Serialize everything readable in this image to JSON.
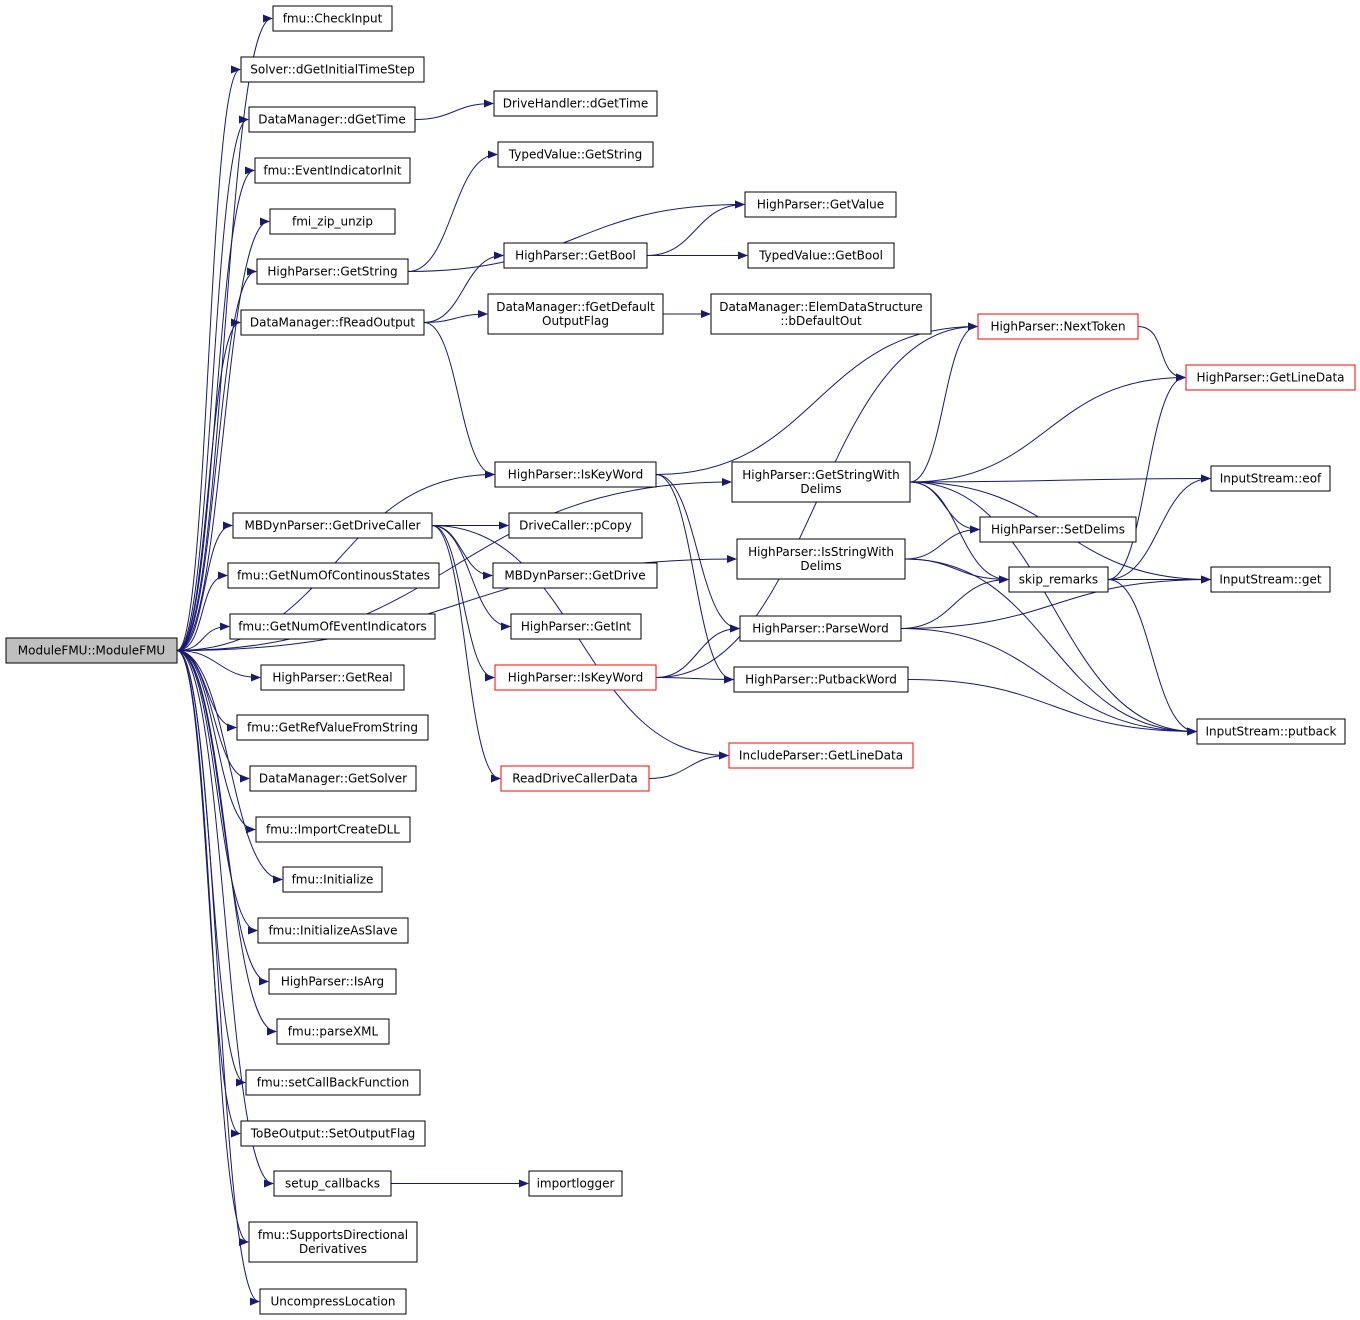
{
  "colors": {
    "edge": "#191970",
    "border": "#000000",
    "highlight_border": "#ff0000",
    "root_fill": "#bfbfbf",
    "node_fill": "#ffffff",
    "text": "#000000"
  },
  "nodes": [
    {
      "id": "root",
      "lines": [
        "ModuleFMU::ModuleFMU"
      ],
      "style": "root"
    },
    {
      "id": "fmu_checkinput",
      "lines": [
        "fmu::CheckInput"
      ]
    },
    {
      "id": "solver_dgetinitialtimestep",
      "lines": [
        "Solver::dGetInitialTimeStep"
      ]
    },
    {
      "id": "datamanager_dgettime",
      "lines": [
        "DataManager::dGetTime"
      ]
    },
    {
      "id": "drivehandler_dgettime",
      "lines": [
        "DriveHandler::dGetTime"
      ]
    },
    {
      "id": "fmu_eventindicatorinit",
      "lines": [
        "fmu::EventIndicatorInit"
      ]
    },
    {
      "id": "typedvalue_getstring",
      "lines": [
        "TypedValue::GetString"
      ]
    },
    {
      "id": "highparser_getvalue",
      "lines": [
        "HighParser::GetValue"
      ]
    },
    {
      "id": "fmi_zip_unzip",
      "lines": [
        "fmi_zip_unzip"
      ]
    },
    {
      "id": "highparser_getstring",
      "lines": [
        "HighParser::GetString"
      ]
    },
    {
      "id": "highparser_getbool",
      "lines": [
        "HighParser::GetBool"
      ]
    },
    {
      "id": "typedvalue_getbool",
      "lines": [
        "TypedValue::GetBool"
      ]
    },
    {
      "id": "datamanager_freadoutput",
      "lines": [
        "DataManager::fReadOutput"
      ]
    },
    {
      "id": "datamanager_fgetdefaultoutputflag",
      "lines": [
        "DataManager::fGetDefault",
        "OutputFlag"
      ]
    },
    {
      "id": "datamanager_elemdatastructure_bdefaultout",
      "lines": [
        "DataManager::ElemDataStructure",
        "::bDefaultOut"
      ]
    },
    {
      "id": "highparser_nexttoken",
      "lines": [
        "HighParser::NextToken"
      ],
      "style": "highlight"
    },
    {
      "id": "highparser_getlinedata",
      "lines": [
        "HighParser::GetLineData"
      ],
      "style": "highlight"
    },
    {
      "id": "highparser_iskeyword_1",
      "lines": [
        "HighParser::IsKeyWord"
      ]
    },
    {
      "id": "highparser_getstringwithdelims",
      "lines": [
        "HighParser::GetStringWith",
        "Delims"
      ]
    },
    {
      "id": "inputstream_eof",
      "lines": [
        "InputStream::eof"
      ]
    },
    {
      "id": "mbdynparser_getdrivecaller",
      "lines": [
        "MBDynParser::GetDriveCaller"
      ]
    },
    {
      "id": "drivecaller_pcopy",
      "lines": [
        "DriveCaller::pCopy"
      ]
    },
    {
      "id": "highparser_setdelims",
      "lines": [
        "HighParser::SetDelims"
      ]
    },
    {
      "id": "highparser_isstringwithdelims",
      "lines": [
        "HighParser::IsStringWith",
        "Delims"
      ]
    },
    {
      "id": "fmu_getnumofcontinousstates",
      "lines": [
        "fmu::GetNumOfContinousStates"
      ]
    },
    {
      "id": "mbdynparser_getdrive",
      "lines": [
        "MBDynParser::GetDrive"
      ]
    },
    {
      "id": "skip_remarks",
      "lines": [
        "skip_remarks"
      ]
    },
    {
      "id": "inputstream_get",
      "lines": [
        "InputStream::get"
      ]
    },
    {
      "id": "fmu_getnumofeventindicators",
      "lines": [
        "fmu::GetNumOfEventIndicators"
      ]
    },
    {
      "id": "highparser_getint",
      "lines": [
        "HighParser::GetInt"
      ]
    },
    {
      "id": "highparser_parseword",
      "lines": [
        "HighParser::ParseWord"
      ]
    },
    {
      "id": "highparser_getreal",
      "lines": [
        "HighParser::GetReal"
      ]
    },
    {
      "id": "highparser_iskeyword_2",
      "lines": [
        "HighParser::IsKeyWord"
      ],
      "style": "highlight"
    },
    {
      "id": "highparser_putbackword",
      "lines": [
        "HighParser::PutbackWord"
      ]
    },
    {
      "id": "fmu_getrefvaluefromstring",
      "lines": [
        "fmu::GetRefValueFromString"
      ]
    },
    {
      "id": "inputstream_putback",
      "lines": [
        "InputStream::putback"
      ]
    },
    {
      "id": "includeparser_getlinedata",
      "lines": [
        "IncludeParser::GetLineData"
      ],
      "style": "highlight"
    },
    {
      "id": "datamanager_getsolver",
      "lines": [
        "DataManager::GetSolver"
      ]
    },
    {
      "id": "readdrivecallerdata",
      "lines": [
        "ReadDriveCallerData"
      ],
      "style": "highlight"
    },
    {
      "id": "fmu_importcreatedll",
      "lines": [
        "fmu::ImportCreateDLL"
      ]
    },
    {
      "id": "fmu_initialize",
      "lines": [
        "fmu::Initialize"
      ]
    },
    {
      "id": "fmu_initializeasslave",
      "lines": [
        "fmu::InitializeAsSlave"
      ]
    },
    {
      "id": "highparser_isarg",
      "lines": [
        "HighParser::IsArg"
      ]
    },
    {
      "id": "fmu_parsexml",
      "lines": [
        "fmu::parseXML"
      ]
    },
    {
      "id": "fmu_setcallbackfunction",
      "lines": [
        "fmu::setCallBackFunction"
      ]
    },
    {
      "id": "tobeoutput_setoutputflag",
      "lines": [
        "ToBeOutput::SetOutputFlag"
      ]
    },
    {
      "id": "setup_callbacks",
      "lines": [
        "setup_callbacks"
      ]
    },
    {
      "id": "importlogger",
      "lines": [
        "importlogger"
      ]
    },
    {
      "id": "fmu_supportsdirectionalderivatives",
      "lines": [
        "fmu::SupportsDirectional",
        "Derivatives"
      ]
    },
    {
      "id": "uncompresslocation",
      "lines": [
        "UncompressLocation"
      ]
    }
  ],
  "edges": [
    [
      "root",
      "fmu_checkinput"
    ],
    [
      "root",
      "solver_dgetinitialtimestep"
    ],
    [
      "root",
      "datamanager_dgettime"
    ],
    [
      "root",
      "fmu_eventindicatorinit"
    ],
    [
      "root",
      "fmi_zip_unzip"
    ],
    [
      "root",
      "highparser_getstring"
    ],
    [
      "root",
      "datamanager_freadoutput"
    ],
    [
      "root",
      "highparser_getstringwithdelims"
    ],
    [
      "root",
      "highparser_iskeyword_1"
    ],
    [
      "root",
      "highparser_isstringwithdelims"
    ],
    [
      "root",
      "mbdynparser_getdrivecaller"
    ],
    [
      "root",
      "fmu_getnumofcontinousstates"
    ],
    [
      "root",
      "fmu_getnumofeventindicators"
    ],
    [
      "root",
      "highparser_getreal"
    ],
    [
      "root",
      "fmu_getrefvaluefromstring"
    ],
    [
      "root",
      "datamanager_getsolver"
    ],
    [
      "root",
      "fmu_importcreatedll"
    ],
    [
      "root",
      "fmu_initialize"
    ],
    [
      "root",
      "fmu_initializeasslave"
    ],
    [
      "root",
      "highparser_isarg"
    ],
    [
      "root",
      "fmu_parsexml"
    ],
    [
      "root",
      "fmu_setcallbackfunction"
    ],
    [
      "root",
      "tobeoutput_setoutputflag"
    ],
    [
      "root",
      "setup_callbacks"
    ],
    [
      "root",
      "fmu_supportsdirectionalderivatives"
    ],
    [
      "root",
      "uncompresslocation"
    ],
    [
      "datamanager_dgettime",
      "drivehandler_dgettime"
    ],
    [
      "highparser_getstring",
      "typedvalue_getstring"
    ],
    [
      "highparser_getstring",
      "highparser_getvalue"
    ],
    [
      "highparser_getbool",
      "highparser_getvalue"
    ],
    [
      "highparser_getbool",
      "typedvalue_getbool"
    ],
    [
      "datamanager_freadoutput",
      "highparser_getbool"
    ],
    [
      "datamanager_freadoutput",
      "datamanager_fgetdefaultoutputflag"
    ],
    [
      "datamanager_freadoutput",
      "highparser_iskeyword_1"
    ],
    [
      "datamanager_fgetdefaultoutputflag",
      "datamanager_elemdatastructure_bdefaultout"
    ],
    [
      "highparser_iskeyword_1",
      "highparser_nexttoken"
    ],
    [
      "highparser_iskeyword_1",
      "highparser_parseword"
    ],
    [
      "highparser_iskeyword_1",
      "highparser_putbackword"
    ],
    [
      "highparser_nexttoken",
      "highparser_getlinedata"
    ],
    [
      "highparser_getstringwithdelims",
      "highparser_nexttoken"
    ],
    [
      "highparser_getstringwithdelims",
      "highparser_getlinedata"
    ],
    [
      "highparser_getstringwithdelims",
      "inputstream_eof"
    ],
    [
      "highparser_getstringwithdelims",
      "highparser_setdelims"
    ],
    [
      "highparser_getstringwithdelims",
      "skip_remarks"
    ],
    [
      "highparser_getstringwithdelims",
      "inputstream_get"
    ],
    [
      "highparser_getstringwithdelims",
      "inputstream_putback"
    ],
    [
      "highparser_isstringwithdelims",
      "highparser_setdelims"
    ],
    [
      "highparser_isstringwithdelims",
      "skip_remarks"
    ],
    [
      "highparser_isstringwithdelims",
      "inputstream_putback"
    ],
    [
      "skip_remarks",
      "highparser_getlinedata"
    ],
    [
      "skip_remarks",
      "inputstream_eof"
    ],
    [
      "skip_remarks",
      "inputstream_get"
    ],
    [
      "skip_remarks",
      "inputstream_putback"
    ],
    [
      "mbdynparser_getdrivecaller",
      "drivecaller_pcopy"
    ],
    [
      "mbdynparser_getdrivecaller",
      "mbdynparser_getdrive"
    ],
    [
      "mbdynparser_getdrivecaller",
      "highparser_getint"
    ],
    [
      "mbdynparser_getdrivecaller",
      "highparser_iskeyword_2"
    ],
    [
      "mbdynparser_getdrivecaller",
      "includeparser_getlinedata"
    ],
    [
      "mbdynparser_getdrivecaller",
      "readdrivecallerdata"
    ],
    [
      "highparser_iskeyword_2",
      "highparser_nexttoken"
    ],
    [
      "highparser_iskeyword_2",
      "highparser_parseword"
    ],
    [
      "highparser_iskeyword_2",
      "highparser_putbackword"
    ],
    [
      "highparser_parseword",
      "skip_remarks"
    ],
    [
      "highparser_parseword",
      "inputstream_get"
    ],
    [
      "highparser_parseword",
      "inputstream_putback"
    ],
    [
      "highparser_putbackword",
      "inputstream_putback"
    ],
    [
      "readdrivecallerdata",
      "includeparser_getlinedata"
    ],
    [
      "setup_callbacks",
      "importlogger"
    ]
  ]
}
